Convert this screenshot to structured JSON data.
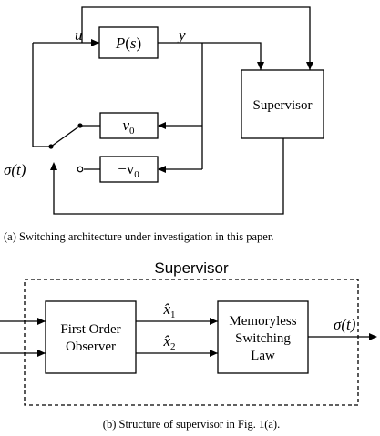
{
  "top": {
    "blocks": {
      "plant": "P(s)",
      "supervisor": "Supervisor",
      "v0": "v",
      "v0_sub": "0",
      "neg_v0": "−v",
      "neg_v0_sub": "0"
    },
    "signals": {
      "u": "u",
      "y": "y",
      "sigma": "σ(t)"
    },
    "caption": "(a) Switching architecture under investigation in this paper."
  },
  "bottom": {
    "title": "Supervisor",
    "blocks": {
      "observer_line1": "First Order",
      "observer_line2": "Observer",
      "law_line1": "Memoryless",
      "law_line2": "Switching",
      "law_line3": "Law"
    },
    "signals": {
      "x1": "x̂",
      "x1_sub": "1",
      "x2": "x̂",
      "x2_sub": "2",
      "sigma_out": "σ(t)"
    },
    "caption": "(b) Structure of supervisor in Fig. 1(a)."
  }
}
